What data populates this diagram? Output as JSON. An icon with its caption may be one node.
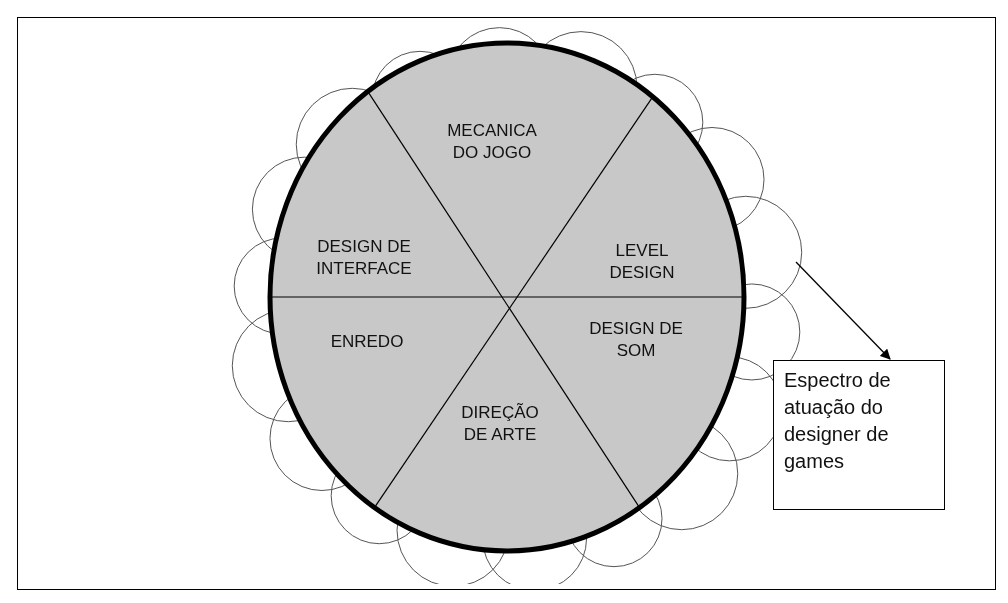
{
  "diagram": {
    "nodes": [
      {
        "text": [],
        "shape": "cloud"
      },
      {
        "text": [],
        "shape": "circle",
        "in": 0
      },
      {
        "text": [
          "MECANICA DO JOGO"
        ],
        "in": 1
      },
      {
        "text": [
          "DESIGN DE INTERFACE"
        ],
        "in": 1
      },
      {
        "text": [
          "LEVEL DESIGN"
        ],
        "in": 1
      },
      {
        "text": [
          "ENREDO"
        ],
        "in": 1
      },
      {
        "text": [
          "DESIGN DE SOM"
        ],
        "in": 1
      },
      {
        "text": [
          "DIREÇÃO DE ARTE"
        ],
        "in": 1
      },
      {
        "text": [
          "Espectro de atuação do designer de games"
        ]
      }
    ],
    "edges": [
      {
        "from": 0,
        "to": 8,
        "arrow": "to"
      }
    ]
  }
}
